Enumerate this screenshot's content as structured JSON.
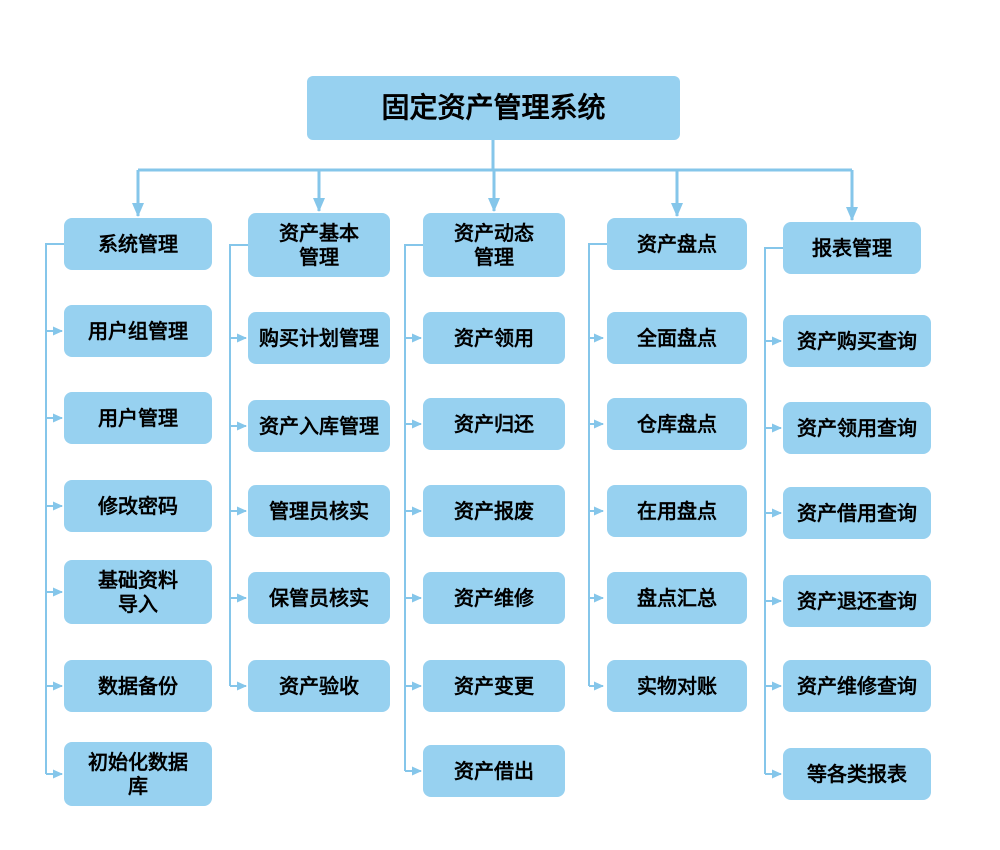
{
  "colors": {
    "background": "#ffffff",
    "node_fill": "#97d1f0",
    "connector": "#85c6ea",
    "text": "#000000"
  },
  "root": {
    "label": "固定资产管理系统"
  },
  "columns": [
    {
      "header": "系统管理",
      "items": [
        "用户组管理",
        "用户管理",
        "修改密码",
        "基础资料\n导入",
        "数据备份",
        "初始化数据\n库"
      ]
    },
    {
      "header": "资产基本\n管理",
      "items": [
        "购买计划管理",
        "资产入库管理",
        "管理员核实",
        "保管员核实",
        "资产验收"
      ]
    },
    {
      "header": "资产动态\n管理",
      "items": [
        "资产领用",
        "资产归还",
        "资产报废",
        "资产维修",
        "资产变更",
        "资产借出"
      ]
    },
    {
      "header": "资产盘点",
      "items": [
        "全面盘点",
        "仓库盘点",
        "在用盘点",
        "盘点汇总",
        "实物对账"
      ]
    },
    {
      "header": "报表管理",
      "items": [
        "资产购买查询",
        "资产领用查询",
        "资产借用查询",
        "资产退还查询",
        "资产维修查询",
        "等各类报表"
      ]
    }
  ]
}
